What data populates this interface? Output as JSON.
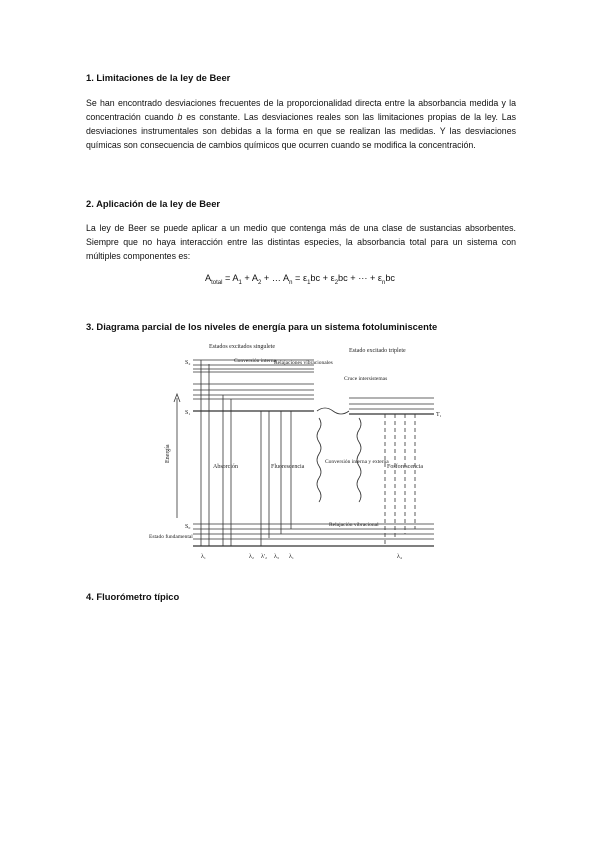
{
  "section1": {
    "heading": "1. Limitaciones de la ley de Beer",
    "paragraph_a": "Se han encontrado desviaciones frecuentes de la proporcionalidad directa entre la absorbancia medida y la concentración cuando ",
    "paragraph_italic": "b",
    "paragraph_b": " es constante. Las desviaciones reales son las limitaciones propias de la ley. Las desviaciones instrumentales son debidas a la forma en que se realizan las medidas. Y las desviaciones químicas son consecuencia de cambios químicos que ocurren cuando se modifica la concentración."
  },
  "section2": {
    "heading": "2. Aplicación de la ley de Beer",
    "paragraph": "La ley de Beer se puede aplicar a un medio que contenga más de una clase de sustancias absorbentes. Siempre que no haya interacción entre las distintas especies, la absorbancia total para un sistema con múltiples componentes es:",
    "equation": {
      "a": "A",
      "a_sub": "total",
      "p1": " = A",
      "s1": "1",
      "p2": " + A",
      "s2": "2",
      "p3": " + … A",
      "sn": "n",
      "p4": " = ε",
      "e1": "1",
      "p5": "bc + ε",
      "e2": "2",
      "p6": "bc + ··· + ε",
      "en": "n",
      "p7": "bc"
    }
  },
  "section3": {
    "heading": "3. Diagrama parcial de los niveles de energía para un sistema fotoluminiscente",
    "diagram": {
      "top_label_left": "Estados excitados singulete",
      "top_label_right": "Estado excitado triplete",
      "conversion_interna": "Conversión interna",
      "relajaciones_top": "Relajaciones vibracionales",
      "cruce_intersistemas": "Cruce intersistemas",
      "energia": "Energía",
      "absorcion": "Absorción",
      "fluorescencia": "Fluorescencia",
      "conversion_externa": "Conversión interna y externa",
      "fosforescencia": "Fosforescencia",
      "relajacion_bottom": "Relajación vibracional",
      "estado_fundamental": "Estado fundamental",
      "s2": "S₂",
      "s1": "S₁",
      "s0": "S₀",
      "t1": "T₁",
      "lambda1": "λ₁",
      "lambda2": "λ₂",
      "lambda3": "λ₃",
      "lambda3p": "λ'₂",
      "lambda_b": "λ₁",
      "lambda_c": "λ₄"
    }
  },
  "section4": {
    "heading": "4. Fluorómetro típico"
  }
}
